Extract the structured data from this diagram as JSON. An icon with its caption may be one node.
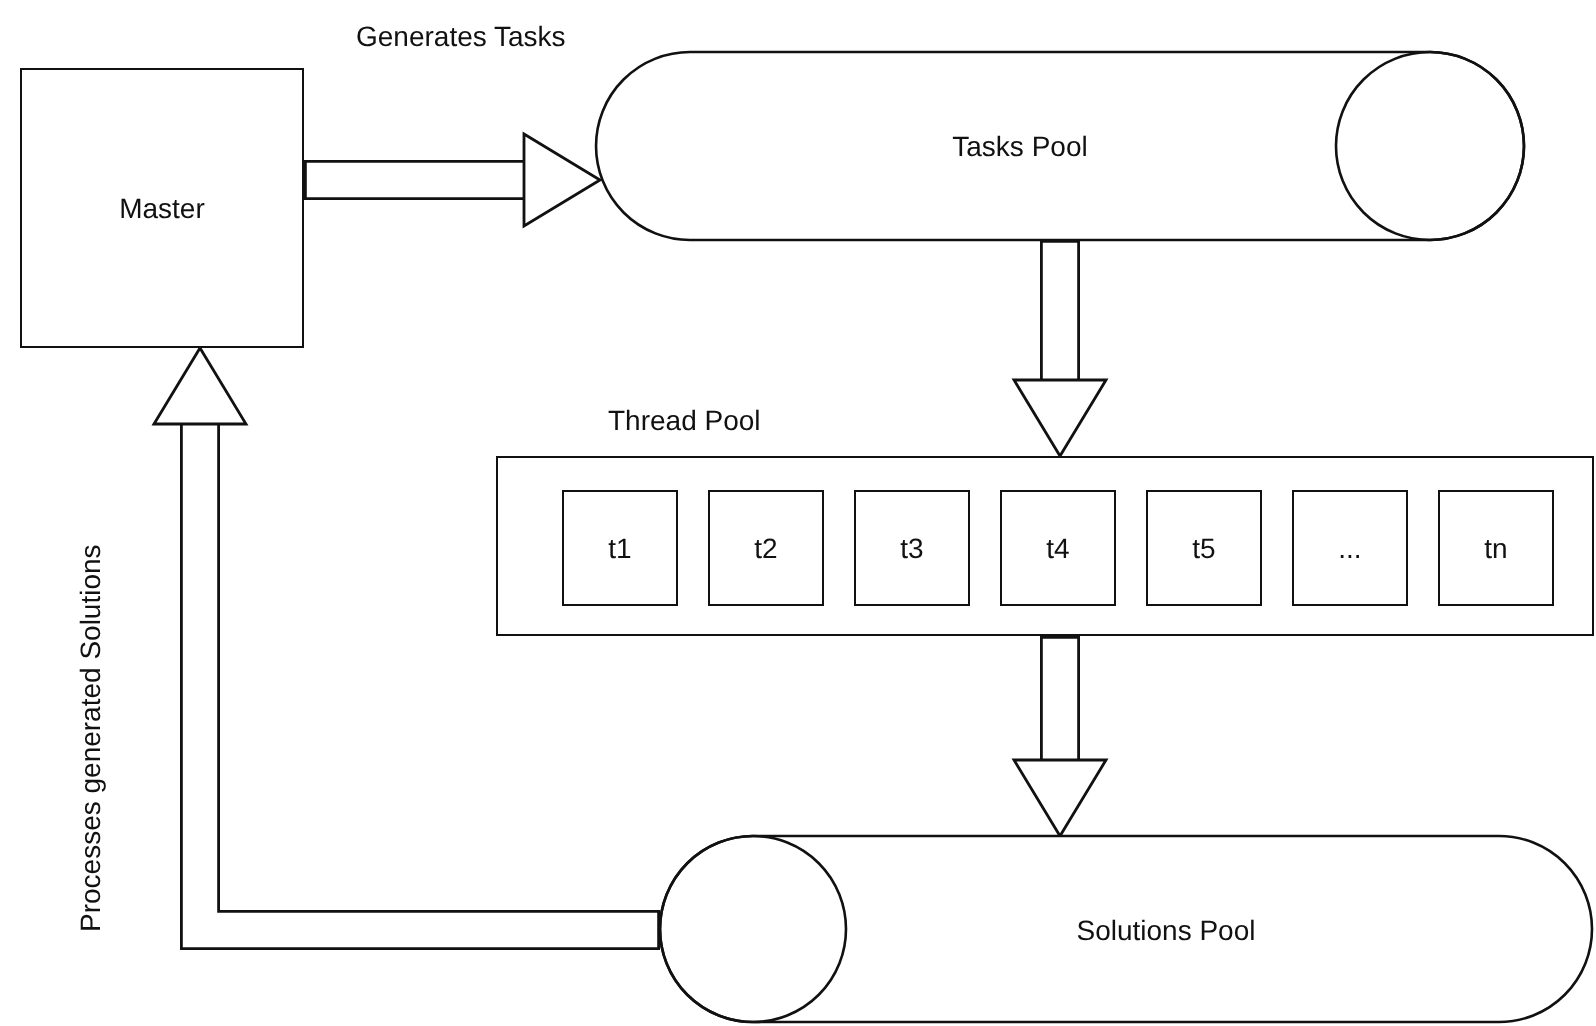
{
  "diagram": {
    "nodes": [
      {
        "text": [
          "Master"
        ]
      },
      {
        "text": [
          "Tasks Pool"
        ]
      },
      {
        "text": [
          "Thread Pool"
        ]
      },
      {
        "text": [
          "t1"
        ],
        "in": 2
      },
      {
        "text": [
          "t2"
        ],
        "in": 2
      },
      {
        "text": [
          "t3"
        ],
        "in": 2
      },
      {
        "text": [
          "t4"
        ],
        "in": 2
      },
      {
        "text": [
          "t5"
        ],
        "in": 2
      },
      {
        "text": [
          "..."
        ],
        "in": 2
      },
      {
        "text": [
          "tn"
        ],
        "in": 2
      },
      {
        "text": [
          "Solutions Pool"
        ]
      }
    ],
    "edges": [
      {
        "from": 0,
        "to": 1,
        "arrow": "to",
        "label": "Generates Tasks"
      },
      {
        "from": 1,
        "to": 2,
        "arrow": "to"
      },
      {
        "from": 2,
        "to": 10,
        "arrow": "to"
      },
      {
        "from": 10,
        "to": 0,
        "arrow": "to",
        "label": "Processes generated Solutions"
      }
    ]
  }
}
